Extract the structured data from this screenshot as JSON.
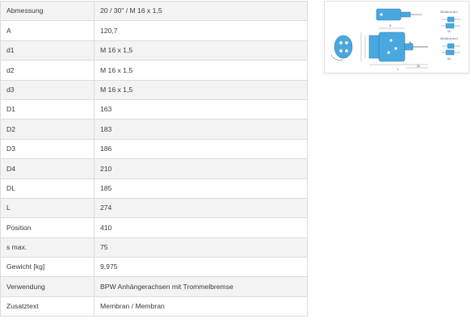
{
  "spec_rows": [
    {
      "key": "Abmessung",
      "value": "20 / 30\" / M 16 x 1,5"
    },
    {
      "key": "A",
      "value": "120,7"
    },
    {
      "key": "d1",
      "value": "M 16 x 1,5"
    },
    {
      "key": "d2",
      "value": "M 16 x 1,5"
    },
    {
      "key": "d3",
      "value": "M 16 x 1,5"
    },
    {
      "key": "D1",
      "value": "163"
    },
    {
      "key": "D2",
      "value": "183"
    },
    {
      "key": "D3",
      "value": "186"
    },
    {
      "key": "D4",
      "value": "210"
    },
    {
      "key": "DL",
      "value": "185"
    },
    {
      "key": "L",
      "value": "274"
    },
    {
      "key": "Position",
      "value": "410"
    },
    {
      "key": "s max.",
      "value": "75"
    },
    {
      "key": "Gewicht [kg]",
      "value": "9,975"
    },
    {
      "key": "Verwendung",
      "value": "BPW Anhängerachsen mit Trommelbremse"
    },
    {
      "key": "Zusatztext",
      "value": "Membran / Membran"
    }
  ],
  "drawing": {
    "accent_color": "#4aa8e0",
    "label_code_1": "05.444.xx.xx.1",
    "label_code_2": "05.444.xx.xx.2",
    "label_dl": "DL",
    "label_l": "L",
    "label_a": "A",
    "label_d1": "d1"
  }
}
